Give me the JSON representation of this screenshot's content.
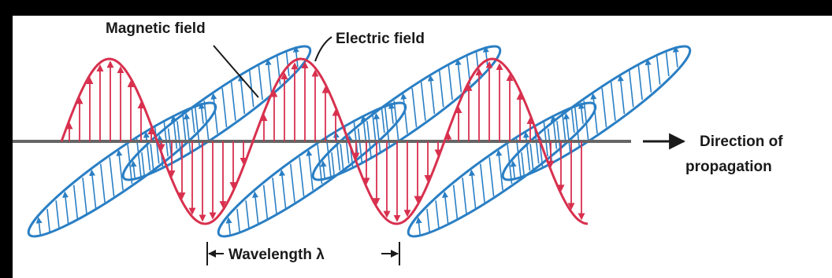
{
  "labels": {
    "magnetic_field": "Magnetic field",
    "electric_field": "Electric field",
    "direction_line1": "Direction of",
    "direction_line2": "propagation",
    "wavelength": "Wavelength λ"
  },
  "colors": {
    "electric": "#d8304e",
    "magnetic": "#2a7fc4",
    "axis": "#666666",
    "text": "#1a1a1a",
    "frame": "#000000",
    "background": "#ffffff"
  }
}
